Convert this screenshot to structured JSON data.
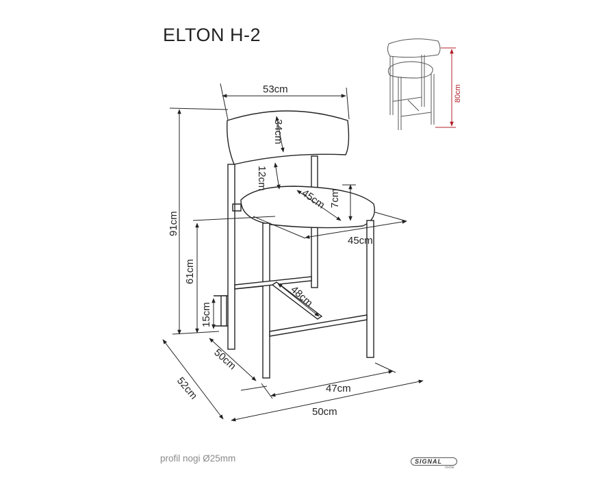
{
  "title": "ELTON H-2",
  "dimensions": {
    "backrest_width": "53cm",
    "backrest_height": "34cm",
    "gap_back_seat": "12cm",
    "seat_depth": "45cm",
    "seat_thickness": "7cm",
    "seat_width": "45cm",
    "total_height": "91cm",
    "seat_height": "61cm",
    "footrest_height": "15cm",
    "footrest_width": "48cm",
    "leg_depth": "50cm",
    "leg_width": "47cm",
    "base_depth": "52cm",
    "base_width": "50cm",
    "thumbnail_height": "80cm"
  },
  "note": "profil nogi Ø25mm",
  "logo": {
    "brand": "SIGNAL",
    "sub": "meble"
  },
  "colors": {
    "line": "#222222",
    "thumb_dim": "#b0202a",
    "note": "#8a8a8a"
  }
}
